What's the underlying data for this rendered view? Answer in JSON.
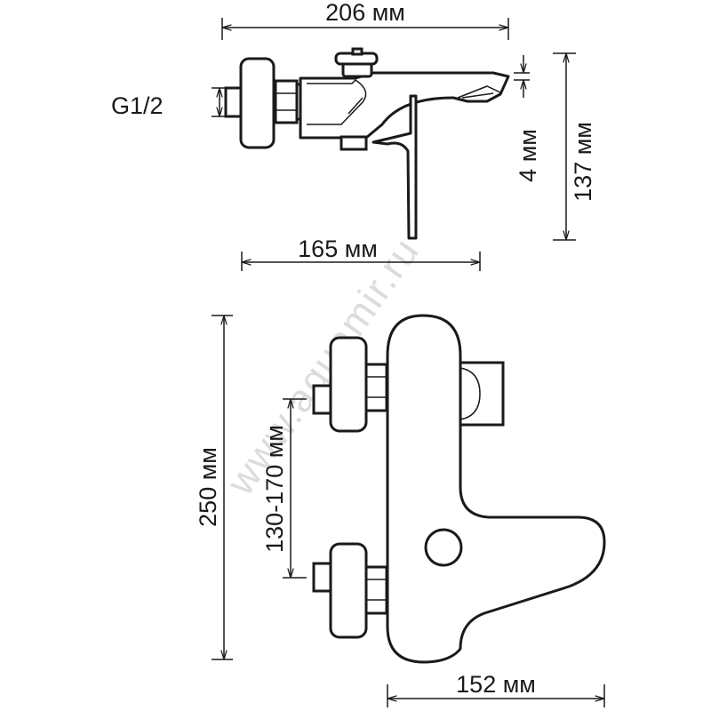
{
  "watermark": "www.aquamir.ru",
  "dimensions": {
    "total_width": "206 мм",
    "thread": "G1/2",
    "spout_offset": "4 мм",
    "total_height": "137 мм",
    "spout_length": "165 мм",
    "body_height": "250 мм",
    "center_distance": "130-170 мм",
    "wall_projection": "152 мм"
  }
}
